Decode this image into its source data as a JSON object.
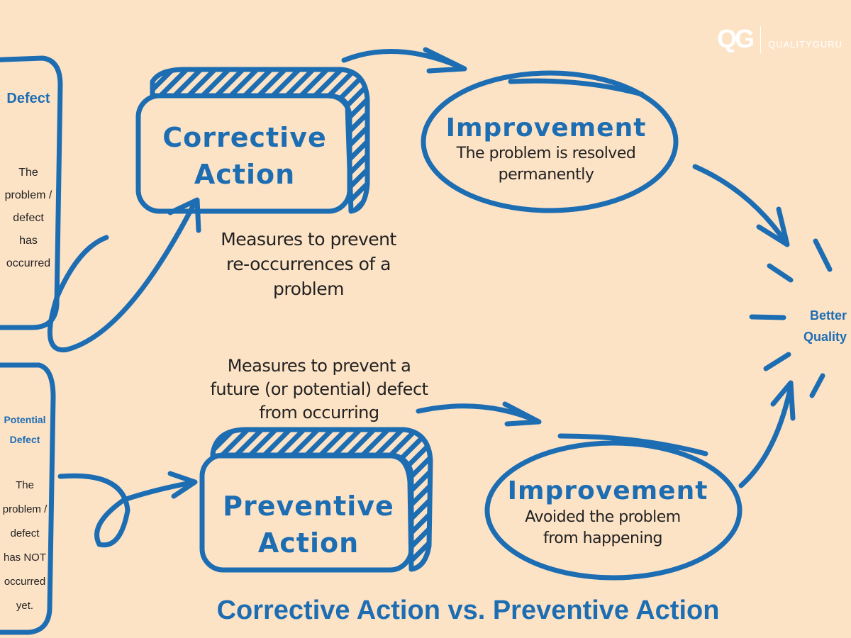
{
  "logo": {
    "mark": "QG",
    "text": "QUALITYGURU"
  },
  "defect_box": {
    "title": "Defect",
    "lines": [
      "The",
      "problem /",
      "defect",
      "has",
      "occurred"
    ]
  },
  "potential_box": {
    "title_lines": [
      "Potential",
      "Defect"
    ],
    "lines": [
      "The",
      "problem /",
      "defect",
      "has NOT",
      "occurred",
      "yet."
    ]
  },
  "corrective": {
    "title_lines": [
      "Corrective",
      "Action"
    ],
    "description_lines": [
      "Measures to prevent",
      "re-occurrences of a",
      "problem"
    ]
  },
  "preventive": {
    "title_lines": [
      "Preventive",
      "Action"
    ],
    "description_lines": [
      "Measures to prevent a",
      "future (or potential) defect",
      "from occurring"
    ]
  },
  "improvement_top": {
    "title": "Improvement",
    "lines": [
      "The problem is resolved",
      "permanently"
    ]
  },
  "improvement_bottom": {
    "title": "Improvement",
    "lines": [
      "Avoided the problem",
      "from happening"
    ]
  },
  "result": {
    "lines": [
      "Better",
      "Quality"
    ]
  },
  "caption": "Corrective Action vs. Preventive Action",
  "colors": {
    "background": "#fde3c6",
    "accent": "#1d6db3",
    "text": "#222222"
  }
}
